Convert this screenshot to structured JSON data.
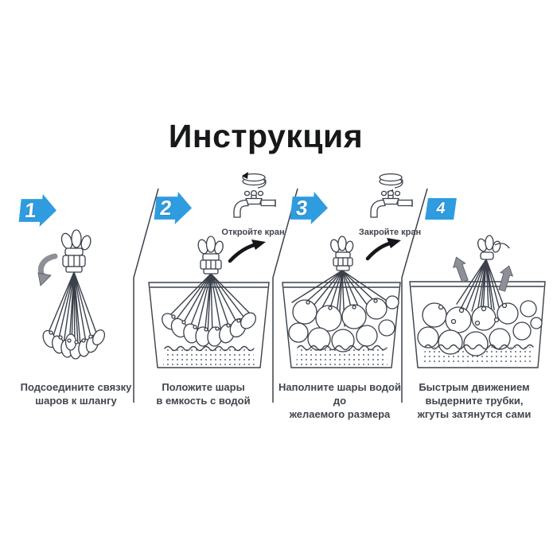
{
  "title": "Инструкция",
  "colors": {
    "accent_blue": "#2f9ce0",
    "line_art_ink": "#3b404b",
    "caption_text": "#41454d",
    "gray_arrow": "#8e9097",
    "background": "#ffffff"
  },
  "steps": [
    {
      "number": "1",
      "badge_shape": "block-arrow-right",
      "illustration": "balloon-bundle-attached-to-hose",
      "caption": "Подсоедините связку\nшаров к шлангу"
    },
    {
      "number": "2",
      "badge_shape": "block-arrow-right",
      "tap_label": "Откройте кран",
      "illustration": "bundle-lowered-into-bucket-of-water",
      "caption": "Положите шары\nв емкость с водой"
    },
    {
      "number": "3",
      "badge_shape": "block-arrow-right",
      "tap_label": "Закройте кран",
      "illustration": "balloons-filling-with-water-in-bucket",
      "caption": "Наполните шары водой до\nжелаемого размера"
    },
    {
      "number": "4",
      "badge_shape": "rectangle",
      "illustration": "tubes-pulled-out-of-filled-balloons",
      "caption": "Быстрым движением\nвыдерните трубки,\nжгуты затянутся сами"
    }
  ]
}
